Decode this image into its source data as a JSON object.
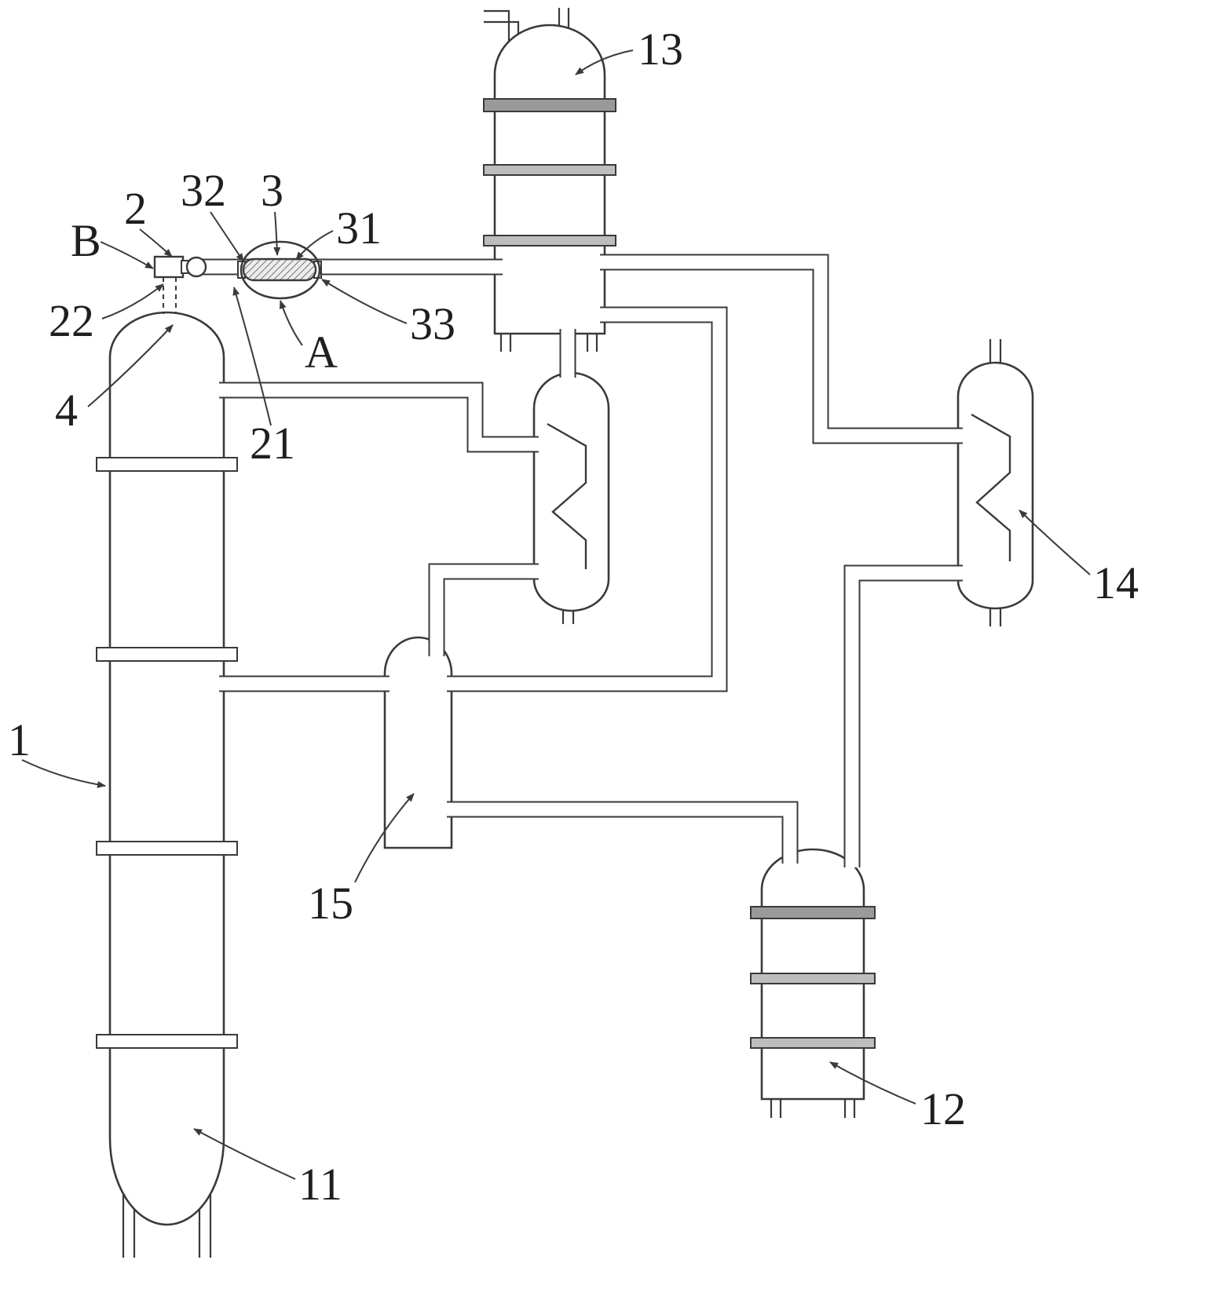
{
  "figure": {
    "type": "patent-process-flow-diagram",
    "background": "#ffffff",
    "colors": {
      "line": "#3a3a3a",
      "band_dark": "#9a9a9a",
      "band_light": "#bdbdbd",
      "band_plain": "#ffffff"
    },
    "labels": [
      {
        "id": "B",
        "text": "B"
      },
      {
        "id": "2",
        "text": "2"
      },
      {
        "id": "32",
        "text": "32"
      },
      {
        "id": "3",
        "text": "3"
      },
      {
        "id": "31",
        "text": "31"
      },
      {
        "id": "22",
        "text": "22"
      },
      {
        "id": "33",
        "text": "33"
      },
      {
        "id": "A",
        "text": "A"
      },
      {
        "id": "4",
        "text": "4"
      },
      {
        "id": "21",
        "text": "21"
      },
      {
        "id": "1",
        "text": "1"
      },
      {
        "id": "11",
        "text": "11"
      },
      {
        "id": "13",
        "text": "13"
      },
      {
        "id": "14",
        "text": "14"
      },
      {
        "id": "15",
        "text": "15"
      },
      {
        "id": "12",
        "text": "12"
      }
    ]
  }
}
